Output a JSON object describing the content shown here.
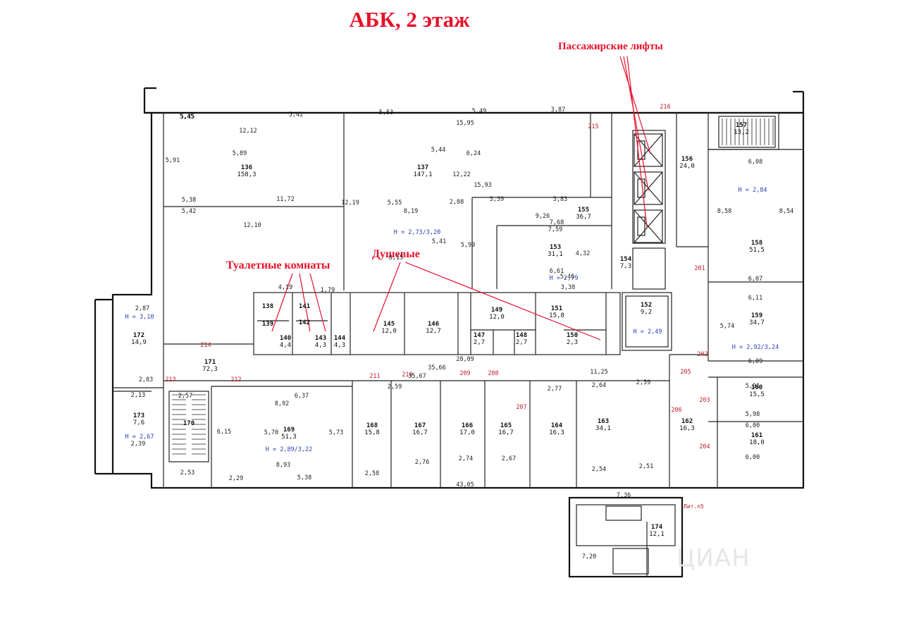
{
  "title": "АБК, 2 этаж",
  "callouts": {
    "lifts": "Пассажирские лифты",
    "toilets": "Туалетные комнаты",
    "showers": "Душевые"
  },
  "colors": {
    "title": "#e8102a",
    "heights": "#2b3fb5",
    "axis_marks": "#c0202a",
    "walls": "#111111"
  },
  "rooms": [
    {
      "num": "136",
      "area": "158,3"
    },
    {
      "num": "137",
      "area": "147,1"
    },
    {
      "num": "138",
      "area": ""
    },
    {
      "num": "139",
      "area": ""
    },
    {
      "num": "140",
      "area": "4,4"
    },
    {
      "num": "141",
      "area": ""
    },
    {
      "num": "142",
      "area": ""
    },
    {
      "num": "143",
      "area": "4,3"
    },
    {
      "num": "144",
      "area": "4,3"
    },
    {
      "num": "145",
      "area": "12,0"
    },
    {
      "num": "146",
      "area": "12,7"
    },
    {
      "num": "147",
      "area": "2,7"
    },
    {
      "num": "148",
      "area": "2,7"
    },
    {
      "num": "149",
      "area": "12,0"
    },
    {
      "num": "150",
      "area": "2,3"
    },
    {
      "num": "151",
      "area": "15,8"
    },
    {
      "num": "152",
      "area": "9,2"
    },
    {
      "num": "153",
      "area": "31,1"
    },
    {
      "num": "154",
      "area": "7,3"
    },
    {
      "num": "155",
      "area": "36,7"
    },
    {
      "num": "156",
      "area": "24,0"
    },
    {
      "num": "157",
      "area": "13,2"
    },
    {
      "num": "158",
      "area": "51,5"
    },
    {
      "num": "159",
      "area": "34,7"
    },
    {
      "num": "160",
      "area": "15,5"
    },
    {
      "num": "161",
      "area": "18,0"
    },
    {
      "num": "162",
      "area": "16,3"
    },
    {
      "num": "163",
      "area": "34,1"
    },
    {
      "num": "164",
      "area": "16,3"
    },
    {
      "num": "165",
      "area": "16,7"
    },
    {
      "num": "166",
      "area": "17,0"
    },
    {
      "num": "167",
      "area": "16,7"
    },
    {
      "num": "168",
      "area": "15,8"
    },
    {
      "num": "169",
      "area": "51,3"
    },
    {
      "num": "170",
      "area": ""
    },
    {
      "num": "171",
      "area": "72,3"
    },
    {
      "num": "172",
      "area": "14,9"
    },
    {
      "num": "173",
      "area": "7,6"
    },
    {
      "num": "174",
      "area": "12,1"
    }
  ],
  "heights": [
    "H = 2,73/3,20",
    "H = 2,84",
    "H = 2,92/3,24",
    "H = 2,89/3,22",
    "H = 2,79",
    "H = 2,49",
    "H = 3,10",
    "H = 2,67"
  ],
  "axis_marks": [
    "201",
    "202",
    "203",
    "204",
    "205",
    "206",
    "207",
    "208",
    "209",
    "210",
    "211",
    "212",
    "213",
    "214",
    "215",
    "216"
  ],
  "dimensions": {
    "overall_bottom": "43,05",
    "corridor": "35,66",
    "corridor_2": "28,09",
    "corridor_3": "11,25",
    "corridor_4": "35,67",
    "annex_top": "7,36",
    "annex_bottom": "7,20",
    "r136": [
      "5,45",
      "5,42",
      "12,12",
      "5,91",
      "5,89",
      "11,72",
      "5,38",
      "5,42",
      "12,10",
      "5,45"
    ],
    "r137": [
      "5,53",
      "5,49",
      "15,95",
      "3,87",
      "5,44",
      "6,24",
      "12,22",
      "15,93",
      "5,55",
      "8,19",
      "2,08",
      "12,19",
      "3,39",
      "3,83"
    ],
    "r169": [
      "6,37",
      "8,92",
      "6,15",
      "5,70",
      "5,73",
      "8,93",
      "5,38",
      "2,29"
    ],
    "misc": [
      "8,15",
      "5,41",
      "5,99",
      "9,26",
      "7,68",
      "7,59",
      "5,46",
      "4,32",
      "3,38",
      "6,61",
      "6,11",
      "5,74",
      "6,09",
      "6,08",
      "8,58",
      "8,54",
      "6,07",
      "5,91",
      "5,98",
      "6,00",
      "6,00",
      "2,64",
      "2,59",
      "2,54",
      "2,51",
      "2,76",
      "2,74",
      "2,67",
      "2,58",
      "2,59",
      "2,77",
      "4,19",
      "1,79",
      "2,87",
      "2,83",
      "2,13",
      "2,39",
      "2,57",
      "2,53"
    ]
  },
  "annex_label": "Лит.п5",
  "watermark": "ЦИАН"
}
